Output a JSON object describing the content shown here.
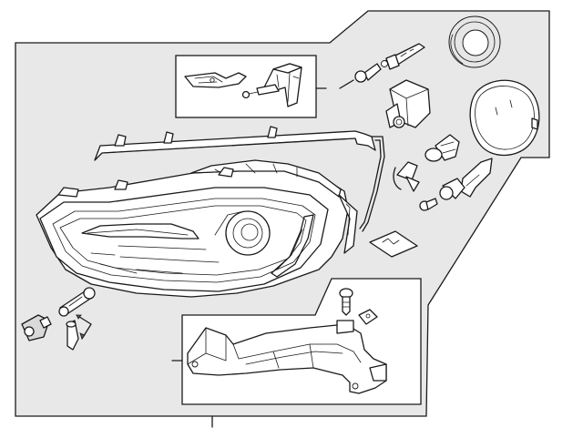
{
  "diagram": {
    "background_color": "#ffffff",
    "panel_fill_color": "#e8e8e8",
    "line_color": "#1a1a1a",
    "parts": [
      {
        "name": "headlamp-assembly",
        "icon": "headlamp-icon"
      },
      {
        "name": "upper-mounting-bracket",
        "icon": "bracket-icon"
      },
      {
        "name": "leveling-motor",
        "icon": "actuator-icon"
      },
      {
        "name": "trim-strip",
        "icon": "strip-icon"
      },
      {
        "name": "socket-and-bulbs",
        "icon": "bulb-icon"
      },
      {
        "name": "access-caps",
        "icon": "cap-icon"
      },
      {
        "name": "adjuster-screws",
        "icon": "screw-icon"
      },
      {
        "name": "lower-mounting-bracket",
        "icon": "bracket-icon"
      },
      {
        "name": "label-sticker",
        "icon": "label-icon"
      }
    ]
  }
}
